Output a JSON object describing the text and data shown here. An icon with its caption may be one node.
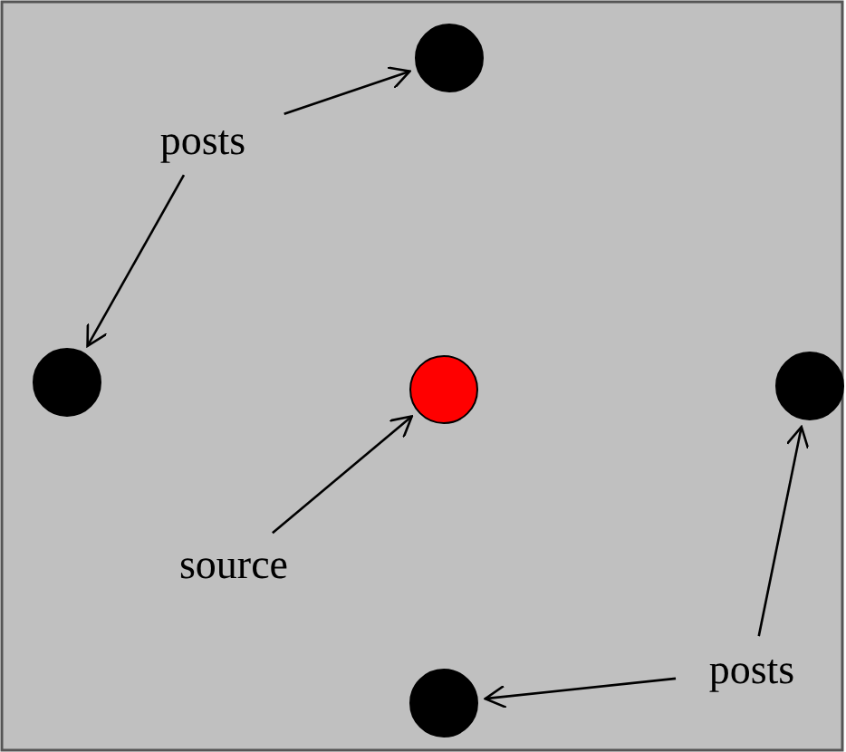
{
  "diagram": {
    "nodes": [
      {
        "text": [
          "posts"
        ]
      },
      {
        "text": [],
        "shape": "circle"
      },
      {
        "text": [],
        "shape": "circle"
      },
      {
        "text": [],
        "shape": "circle"
      },
      {
        "text": [],
        "shape": "circle"
      },
      {
        "text": [
          "source"
        ]
      },
      {
        "text": [
          "posts"
        ]
      },
      {
        "text": [],
        "shape": "circle"
      }
    ],
    "edges": [
      {
        "from": 0,
        "to": 1,
        "arrow": "to"
      },
      {
        "from": 0,
        "to": 2,
        "arrow": "to"
      },
      {
        "from": 5,
        "to": 3,
        "arrow": "to"
      },
      {
        "from": 6,
        "to": 4,
        "arrow": "to"
      },
      {
        "from": 6,
        "to": 7,
        "arrow": "to"
      }
    ]
  }
}
